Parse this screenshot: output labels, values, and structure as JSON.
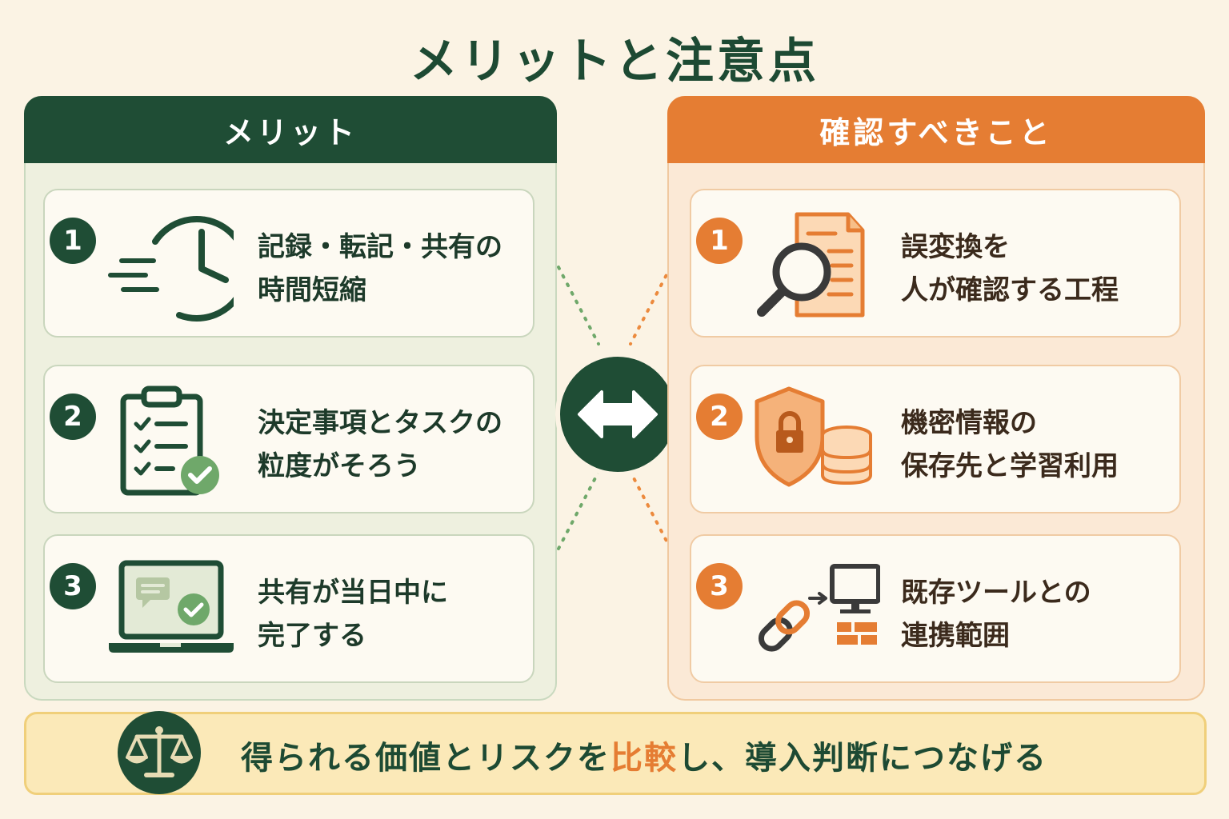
{
  "title": "メリットと注意点",
  "colors": {
    "green": "#1f4d35",
    "orange": "#e57d33",
    "check": "#6fa86a"
  },
  "merits": {
    "heading": "メリット",
    "items": [
      {
        "number": "1",
        "text_line1": "記録・転記・共有の",
        "text_line2": "時間短縮",
        "icon": "clock-speed-icon"
      },
      {
        "number": "2",
        "text_line1": "決定事項とタスクの",
        "text_line2": "粒度がそろう",
        "icon": "clipboard-check-icon"
      },
      {
        "number": "3",
        "text_line1": "共有が当日中に",
        "text_line2": "完了する",
        "icon": "laptop-chat-check-icon"
      }
    ]
  },
  "checks": {
    "heading": "確認すべきこと",
    "items": [
      {
        "number": "1",
        "text_line1": "誤変換を",
        "text_line2": "人が確認する工程",
        "icon": "document-magnifier-icon"
      },
      {
        "number": "2",
        "text_line1": "機密情報の",
        "text_line2": "保存先と学習利用",
        "icon": "shield-lock-database-icon"
      },
      {
        "number": "3",
        "text_line1": "既存ツールとの",
        "text_line2": "連携範囲",
        "icon": "link-monitor-icon"
      }
    ]
  },
  "center_icon": "double-arrow-icon",
  "bottom": {
    "text_before": "得られる価値とリスクを",
    "text_accent": "比較",
    "text_after": "し、導入判断につなげる",
    "icon": "scale-icon"
  }
}
